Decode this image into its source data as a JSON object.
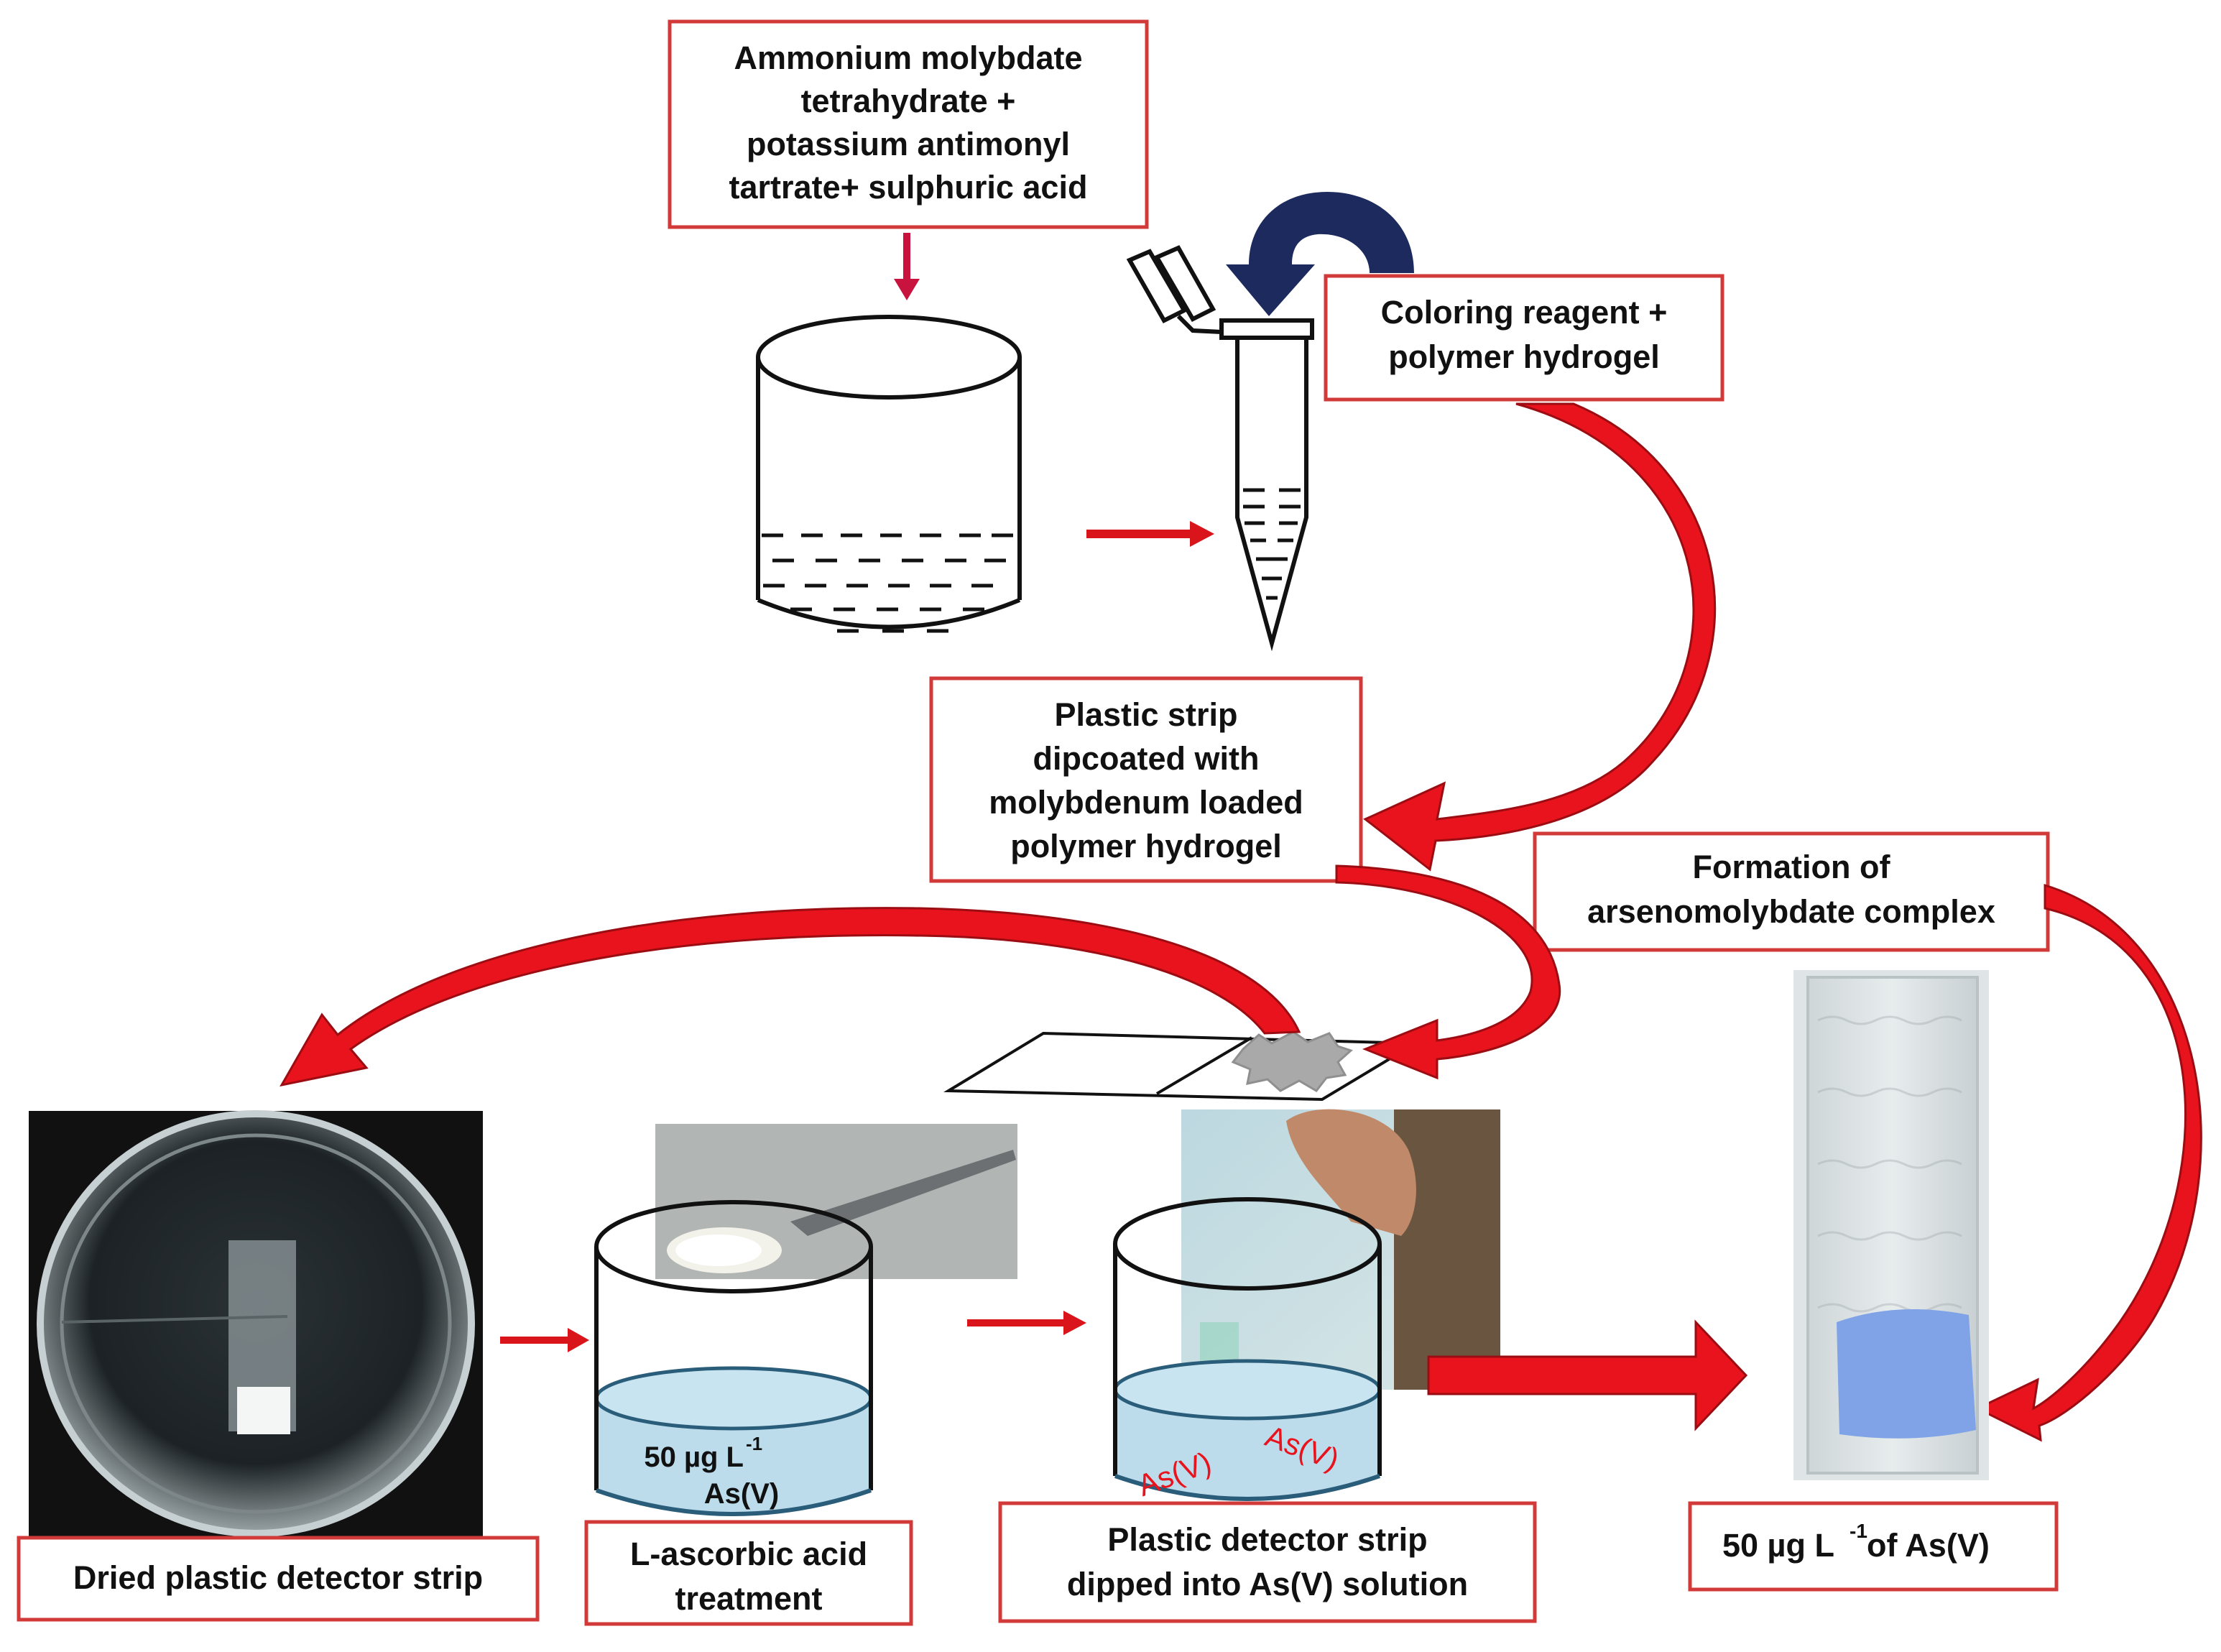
{
  "labels": {
    "reagents": [
      "Ammonium molybdate",
      "tetrahydrate +",
      "potassium antimonyl",
      "tartrate+ sulphuric acid"
    ],
    "coloring": [
      "Coloring reagent +",
      "polymer hydrogel"
    ],
    "strip_coated": [
      "Plastic strip",
      "dipcoated with",
      "molybdenum loaded",
      "polymer hydrogel"
    ],
    "formation": [
      "Formation of",
      "arsenomolybdate complex"
    ],
    "dried": "Dried plastic detector strip",
    "ascorbic": [
      "L-ascorbic acid",
      "treatment"
    ],
    "dipped": [
      "Plastic detector strip",
      "dipped into As(V) solution"
    ],
    "result_prefix": "50 µg L",
    "result_sup": "-1",
    "result_suffix": " of As(V)"
  },
  "beaker_label": {
    "conc_prefix": "50 µg L",
    "conc_sup": "-1",
    "species": "As(V)"
  },
  "solution_labels": [
    "As(V)",
    "As(V)"
  ],
  "colors": {
    "box_border": "#d23a3a",
    "arrow_red": "#e8131c",
    "arrow_navy": "#1c2a5e",
    "solution_blue": "#bcdcec",
    "complex_blue": "#7fa3e6"
  }
}
